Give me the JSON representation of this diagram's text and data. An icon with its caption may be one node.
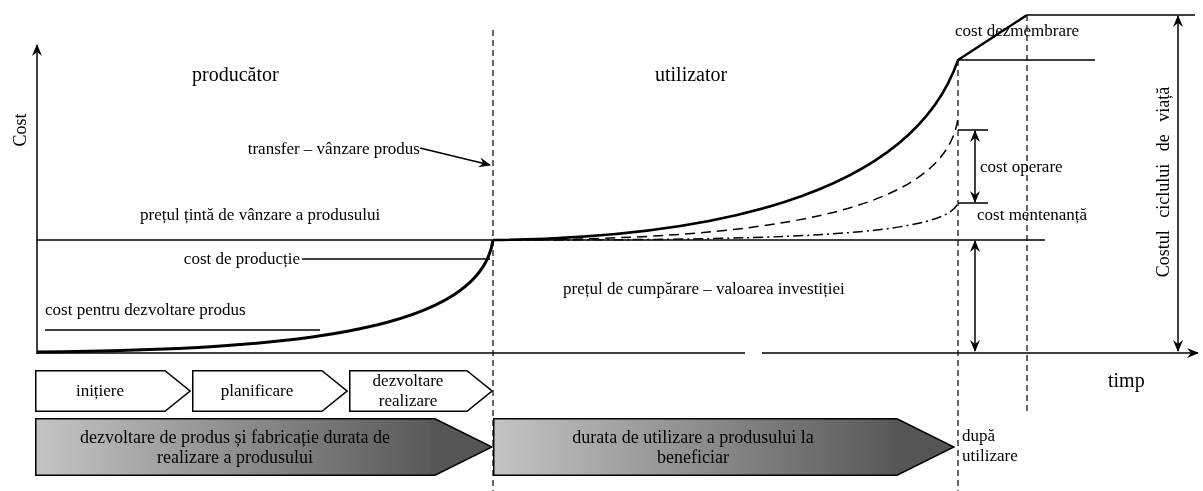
{
  "diagram": {
    "nodes": [
      {
        "text": [
          "inițiere"
        ]
      },
      {
        "text": [
          "planificare"
        ]
      },
      {
        "text": [
          "dezvoltare realizare"
        ]
      },
      {
        "text": [
          "dezvoltare de produs și fabricație durata de realizare a produsului"
        ]
      },
      {
        "text": [
          "durata de utilizare a produsului la beneficiar"
        ]
      },
      {
        "text": [
          "transfer – vânzare produs"
        ]
      },
      {
        "text": [
          "cost de producție"
        ]
      },
      {
        "text": [
          "cost pentru dezvoltare produs"
        ]
      },
      {
        "text": [],
        "shape": "line"
      }
    ],
    "edges": [
      {
        "from": 5,
        "to": 8,
        "arrow": "to"
      },
      {
        "from": 6,
        "to": 8,
        "arrow": "none"
      },
      {
        "from": 7,
        "to": null,
        "arrow": "none"
      }
    ],
    "labels": [
      "Cost",
      "producător",
      "utilizator",
      "cost dezmembrare",
      "Costul ciclului de viață",
      "cost operare",
      "prețul țintă de vânzare a produsului",
      "cost mentenanță",
      "prețul de cumpărare – valoarea investiției",
      "timp",
      "după utilizare"
    ]
  }
}
